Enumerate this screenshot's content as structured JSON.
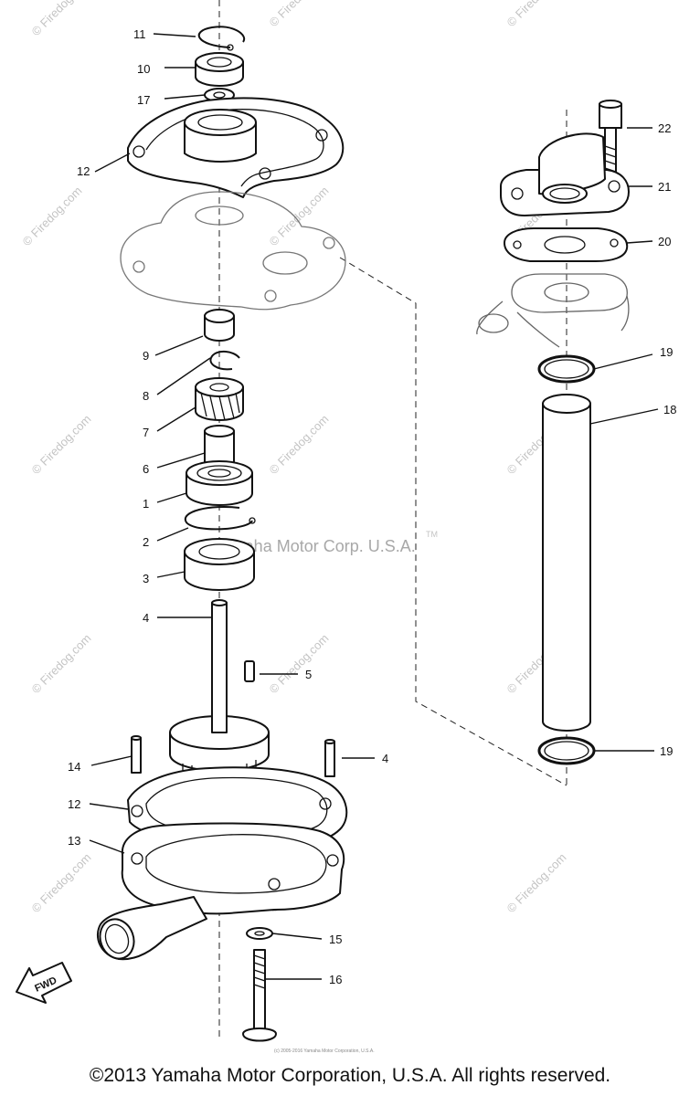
{
  "watermark": {
    "brand": "© Firedog.com",
    "center_text": "Yamaha Motor Corp. U.S.A.",
    "tm": "TM"
  },
  "fwd_label": "FWD",
  "small_print": "(c) 2005-2016 Yamaha Motor Corporation, U.S.A.",
  "footer": "©2013 Yamaha Motor Corporation, U.S.A. All rights reserved.",
  "callouts": {
    "c1": "1",
    "c2": "2",
    "c3": "3",
    "c4a": "4",
    "c4b": "4",
    "c5": "5",
    "c6": "6",
    "c7": "7",
    "c8": "8",
    "c9": "9",
    "c10": "10",
    "c11": "11",
    "c12a": "12",
    "c12b": "12",
    "c13": "13",
    "c14": "14",
    "c15": "15",
    "c16": "16",
    "c17": "17",
    "c18": "18",
    "c19a": "19",
    "c19b": "19",
    "c20": "20",
    "c21": "21",
    "c22": "22"
  }
}
